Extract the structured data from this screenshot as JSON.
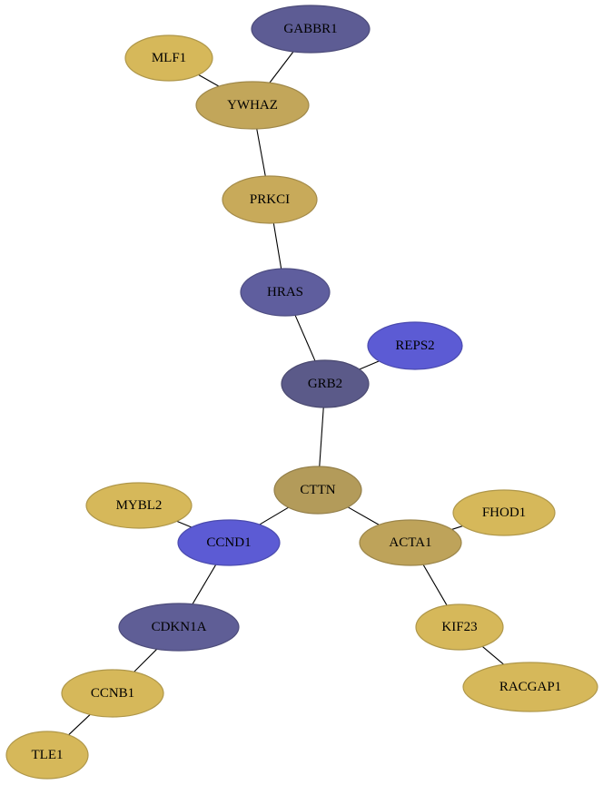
{
  "colors": {
    "gold_light": "#d6b85a",
    "gold_mid": "#c2a65a",
    "gold_dark": "#b39b5a",
    "navy": "#5d5c94",
    "navy_dark": "#5b5a89",
    "blue": "#5c5bd4",
    "edge": "#000000",
    "background": "#ffffff"
  },
  "nodes": [
    {
      "id": "GABBR1",
      "label": "GABBR1",
      "color": "#5d5c94"
    },
    {
      "id": "MLF1",
      "label": "MLF1",
      "color": "#d6b85a"
    },
    {
      "id": "YWHAZ",
      "label": "YWHAZ",
      "color": "#c2a65a"
    },
    {
      "id": "PRKCI",
      "label": "PRKCI",
      "color": "#c8aa5a"
    },
    {
      "id": "HRAS",
      "label": "HRAS",
      "color": "#5f5e9e"
    },
    {
      "id": "REPS2",
      "label": "REPS2",
      "color": "#5c5bd4"
    },
    {
      "id": "GRB2",
      "label": "GRB2",
      "color": "#5b5a89"
    },
    {
      "id": "CTTN",
      "label": "CTTN",
      "color": "#b39b5a"
    },
    {
      "id": "MYBL2",
      "label": "MYBL2",
      "color": "#d6b85a"
    },
    {
      "id": "CCND1",
      "label": "CCND1",
      "color": "#5c5bd4"
    },
    {
      "id": "FHOD1",
      "label": "FHOD1",
      "color": "#d6b85a"
    },
    {
      "id": "ACTA1",
      "label": "ACTA1",
      "color": "#bea35a"
    },
    {
      "id": "CDKN1A",
      "label": "CDKN1A",
      "color": "#5f5e96"
    },
    {
      "id": "KIF23",
      "label": "KIF23",
      "color": "#d6b85a"
    },
    {
      "id": "CCNB1",
      "label": "CCNB1",
      "color": "#d6b85a"
    },
    {
      "id": "RACGAP1",
      "label": "RACGAP1",
      "color": "#d6b85a"
    },
    {
      "id": "TLE1",
      "label": "TLE1",
      "color": "#d6b85a"
    }
  ],
  "edges": [
    {
      "source": "GABBR1",
      "target": "YWHAZ"
    },
    {
      "source": "MLF1",
      "target": "YWHAZ"
    },
    {
      "source": "YWHAZ",
      "target": "PRKCI"
    },
    {
      "source": "PRKCI",
      "target": "HRAS"
    },
    {
      "source": "HRAS",
      "target": "GRB2"
    },
    {
      "source": "REPS2",
      "target": "GRB2"
    },
    {
      "source": "GRB2",
      "target": "CTTN"
    },
    {
      "source": "CTTN",
      "target": "CCND1"
    },
    {
      "source": "CTTN",
      "target": "ACTA1"
    },
    {
      "source": "MYBL2",
      "target": "CCND1"
    },
    {
      "source": "CCND1",
      "target": "CDKN1A"
    },
    {
      "source": "FHOD1",
      "target": "ACTA1"
    },
    {
      "source": "ACTA1",
      "target": "KIF23"
    },
    {
      "source": "CDKN1A",
      "target": "CCNB1"
    },
    {
      "source": "KIF23",
      "target": "RACGAP1"
    },
    {
      "source": "CCNB1",
      "target": "TLE1"
    }
  ]
}
